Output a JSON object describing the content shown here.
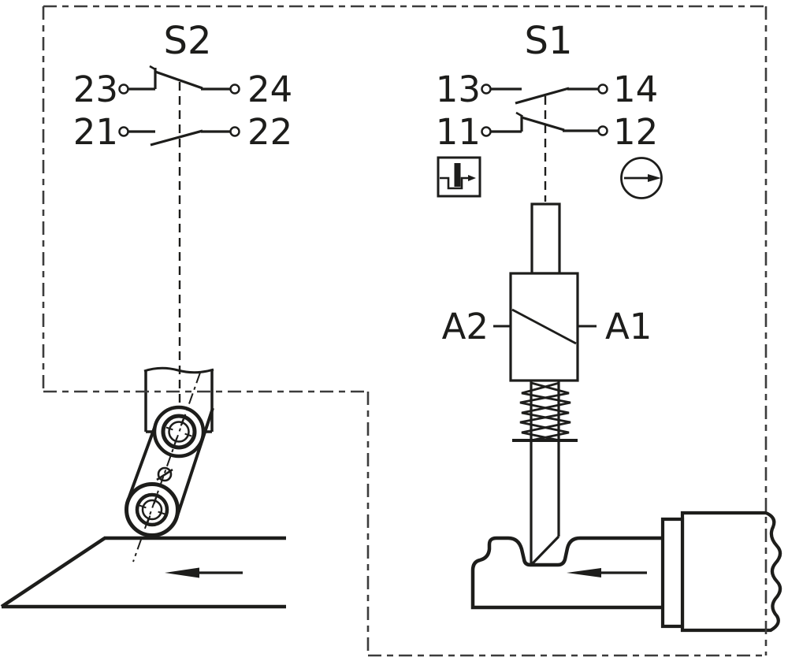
{
  "labels": {
    "s2": "S2",
    "s1": "S1",
    "t23": "23",
    "t24": "24",
    "t21": "21",
    "t22": "22",
    "t13": "13",
    "t14": "14",
    "t11": "11",
    "t12": "12",
    "a2": "A2",
    "a1": "A1"
  },
  "icons": {
    "cam_actuation": "cam-plunger-actuation-icon",
    "direction": "actuation-direction-icon",
    "motion_arrows": "left-motion-arrow"
  },
  "colors": {
    "ink": "#1d1d1b",
    "frame": "#3c3c3c",
    "background": "#ffffff"
  }
}
